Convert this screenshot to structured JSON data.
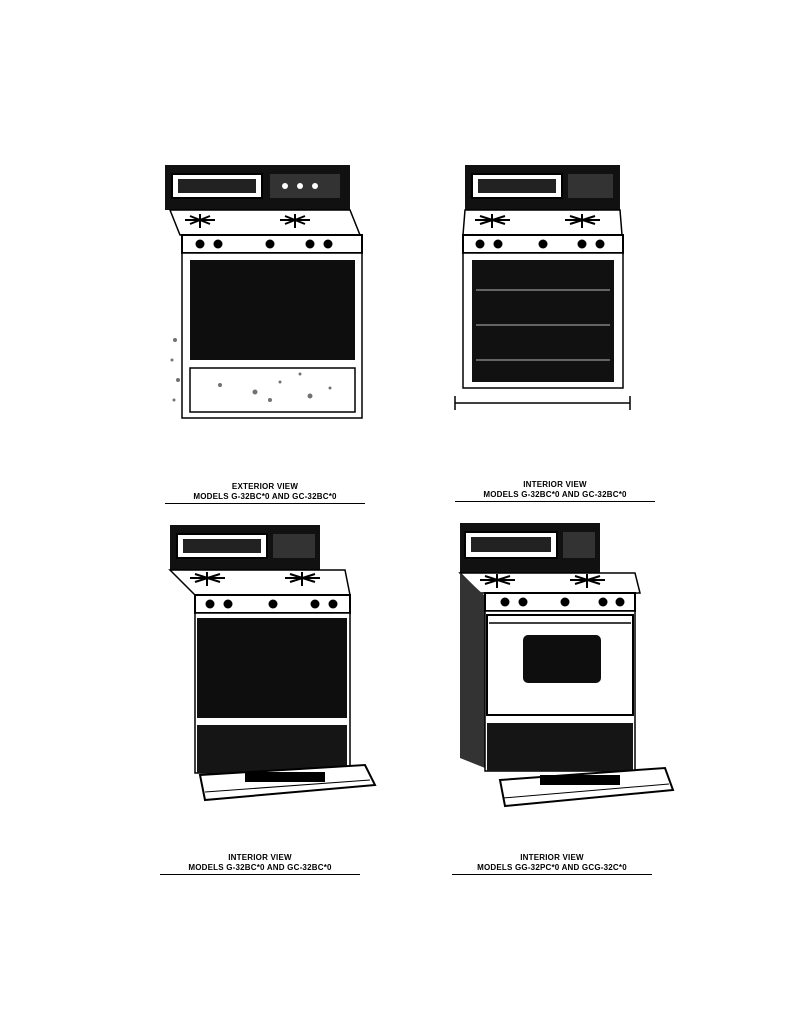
{
  "colors": {
    "ink": "#000000",
    "paper": "#ffffff",
    "steel": "#d8d8d8"
  },
  "figures": [
    {
      "caption_line1": "EXTERIOR VIEW",
      "caption_line2": "MODELS G-32BC*0 AND GC-32BC*0"
    },
    {
      "caption_line1": "INTERIOR VIEW",
      "caption_line2": "MODELS G-32BC*0 AND GC-32BC*0"
    },
    {
      "caption_line1": "INTERIOR VIEW",
      "caption_line2": "MODELS G-32BC*0 AND GC-32BC*0"
    },
    {
      "caption_line1": "INTERIOR VIEW",
      "caption_line2": "MODELS GG-32PC*0 AND GCG-32C*0"
    }
  ]
}
